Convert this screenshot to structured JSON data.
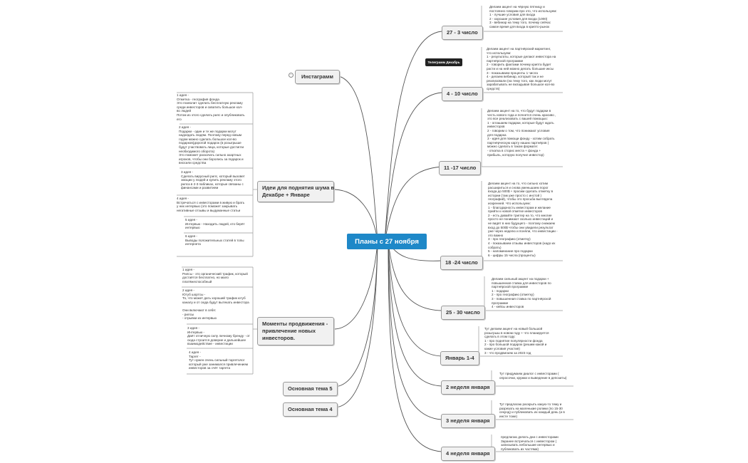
{
  "central": "Планы с 27 ноября",
  "tag": "Телеграмм Декабрь",
  "collapse_icon": "minus",
  "right_topics": [
    {
      "label": "27 - 3 число"
    },
    {
      "label": "4 - 10 число"
    },
    {
      "label": "11 -17 число"
    },
    {
      "label": "18 -24 число"
    },
    {
      "label": "25 - 30 число"
    },
    {
      "label": "Январь 1-4"
    },
    {
      "label": "2 неделя января"
    },
    {
      "label": "3 неделя января"
    },
    {
      "label": "4 неделя января"
    }
  ],
  "right_notes": [
    "Делаем акцент на чёрную пятницу и\nпостоянно говорим про это, что используем:\n1 - лучшие условия для входа\n2 - хорошие условия для входа (1000)\n3 - вебинар на тему того, почему сейчас\nсамое время для входа в крипто-рынок",
    "Делаем акцент на партнёрский маркетинг,\nчто используем:\n1 - результаты, которые делают инвестора на\nпартнёрской программе\n2 - говорить фактами почему крипта будет\nрасти и на ней можно делать большие иксы\n3 - показываем проценты 1 числа\n4 - делаем вебинар, который так и не\nреализовали (на тему того, как люди могут\nзарабатывать не вкладывая большое кол-во\nсредств)",
    "Делаем акцент на то, что будут подарки в\nчесть нового года и почнется очень красиво ,\nэто все реализовать с вашей помощью:\n1 - оглашаем подарки, которые будут ждать\nинвесторов\n2 - говорим о том, что понижают условия\nдля подарка\n3 - идея для помощи фонду - хотим собрать\nпартнёрческую карту наших партнёров (\nможно сделать в таком формате:\n- откатка в сторис места + фонда +\nприбыль, которую получил инвестор)",
    "Делаем акцент на то, что сильно хотим\nрасшириться и снова уменьшаем порог\nвхода до 500$ + просим сделать отметку в\nистории (там уже просто с инстой )\nгеографий), чтобы это просьба выглядела\nискренней. Что используем:\n1 - благодарность инвесторам и желание\nприйти к новой отметке инвесторов\n2 - есть давайте триггер на то, что многие\nпросто не понимают сколько инвестиций и\nне видят в них будущего - поэтому снижаем\nвход до 500$ чтобы они увидели результат\nуже через неделю и поняли, что инвестиции -\nэто важно\n3 - про географию (отметку)\n4 - показываем отзывы инвесторов (надо их\nсобрать)\n5 - напоминание про подарки\n6 - цифры 15 числа (проценты)",
    "Делаем сильный акцент на подарки +\nповышенная ставка для инвесторов по\nпартнёрской программе\n1 - подарки\n2 - про географию (отметку)\n3 - повышенная ставка по партнёрской\nпрограмме\n4 - кейсы инвесторов",
    "Тут делаем акцент на новый большой\nрозыгрыш в новом году + что планируется\nсделать в этом году:\n1 - про поднятие популярности фонда\n2 - про большой подарок (решим какой и\nкакие условия участия)\n3 - что продвигаем за 2023 год",
    "Тут придумаем диалог с инвесторами (\nопросочки, кружки и выведение в депозиты)",
    "Тут предлагаю раскрыть какую-то тему и\nразрезать на маленькие ролики (по 15-30\nсекунд) и публиковать их каждый день (и в\nинсте тоже)",
    "предлагаю делать дни с инвесторами\nЗаранее встречаться с инвестором (\nзаписывать небольшие интервью и\nпубликовать их частями)"
  ],
  "left_topics": [
    {
      "label": "Инстаграмм"
    },
    {
      "label": "Идеи для поднятия шума в\nДекабре + Январе"
    },
    {
      "label": "Моменты продвижения -\nпривлечение новых\nинвесторов."
    },
    {
      "label": "Основная тема 5"
    },
    {
      "label": "Основная тема 4"
    }
  ],
  "left_notes_ideas": [
    "1 идея -\nОтметка - география фонда\nЭто позволит сделать бесплатную рекламу\nсреди инвесторов и охватить большое кол-\nво людей\nПотом из этого сделать рилс и опубликовать\nего",
    "2 идея -\nПодарки - один и те же подарки могут\nнадоедать людям. Поэтому перед новым\nгодом можно сделать большое кол-во\nподарков(дорогой подарок (в розыгрыше\nбудут участвовать лица, которые достигли\nнеобходимого оборота)\nЭто поможет раскачать сильно азартных\nигроков, чтобы они боролись за подарок и\nвносили средства",
    "3 идея -\nСделать вирусный рилс, который вызовет\nэмоции у людей и купить рекламу этого\nрилса в 2-3 пабликах, которые связаны с\nфинансами и развитием",
    "4 идея -\nВстречаться с инвесторами в живую и брать\nу них интервью (это поможет закрывать\nнегативные отзывы и выдуманные статьи",
    "5 идея -\nИнтервью - Находить людей, кто берёт\nинтервью",
    "6 идея -\nВыводы положительных статей в топы\nинтернета"
  ],
  "left_notes_promo": [
    "1 идея -\nРилсы - это органический трафик, который\nдостаётся бесплатно, но мало\nплатёжеспособный",
    "2 идея -\nЮтуб шортсы -\nТо, что может дать хороший трафик ютуб\nканалу и от сюда будут вытекать инвестора\n\nОни включают в себя:\n- рилсы\n- отрывки из интервью",
    "3 идея -\nИнтервью -\nДаёт отличную силу личному бренду - от\nсюда строится доверие и дальнейшее\nвзаимодействие - инвестиции",
    "4 идея -\nТаргет -\nТут нужен очень сильный таргетолог\nкоторый уже занимался привлечением\nинвесторов за счёт таргета"
  ]
}
